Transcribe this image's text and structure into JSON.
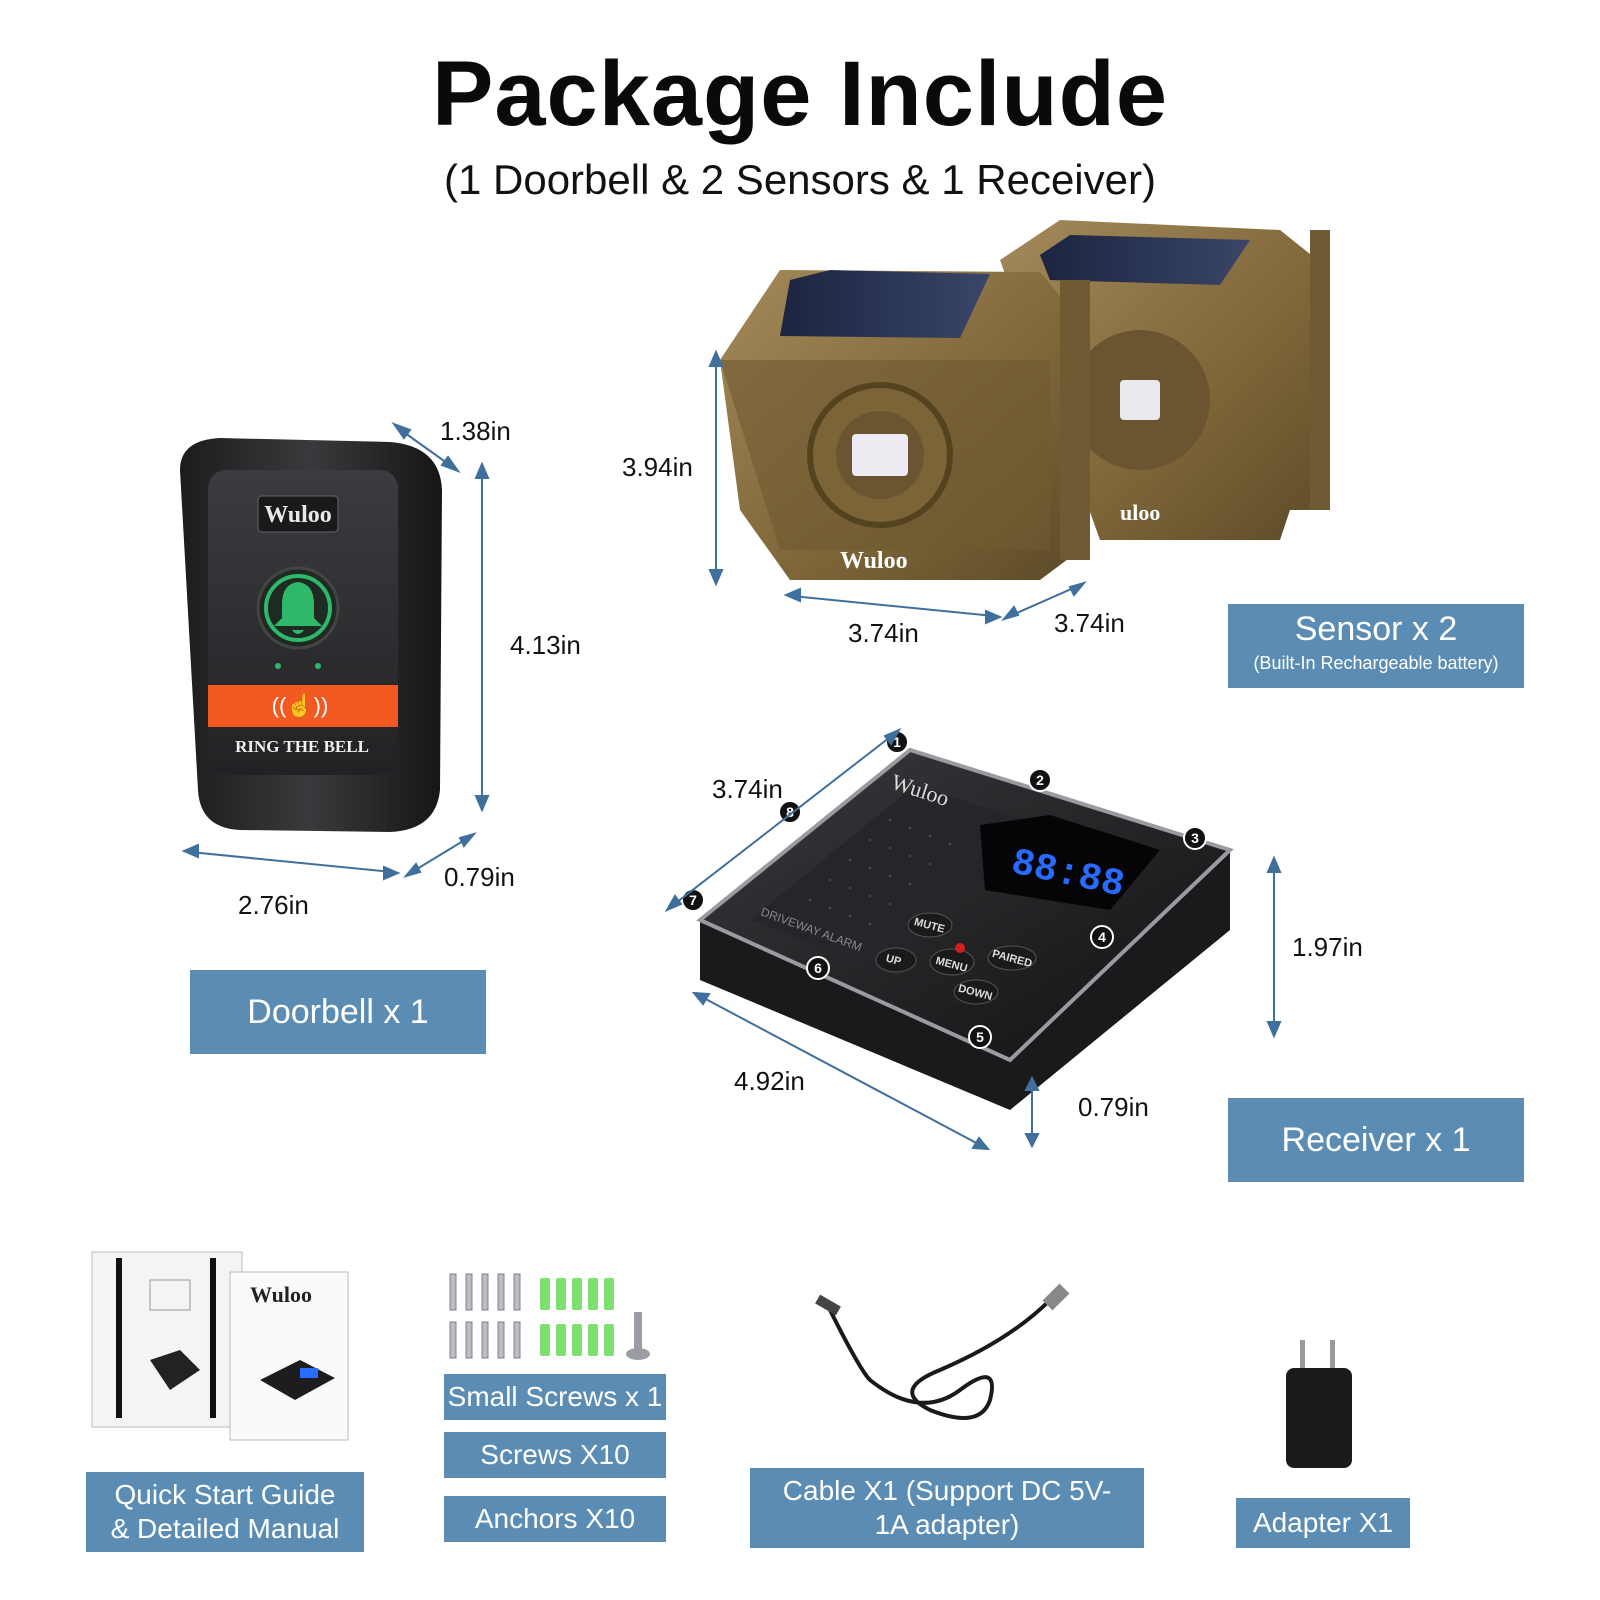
{
  "header": {
    "title": "Package Include",
    "subtitle": "(1 Doorbell & 2 Sensors  & 1 Receiver)"
  },
  "brand": "Wuloo",
  "doorbell": {
    "brand": "Wuloo",
    "ring_text": "RING THE BELL",
    "dim_depth": "1.38in",
    "dim_height": "4.13in",
    "dim_width": "2.76in",
    "dim_thickness": "0.79in",
    "label": "Doorbell x 1"
  },
  "sensor": {
    "brand_front": "Wuloo",
    "brand_back": "uloo",
    "dim_height": "3.94in",
    "dim_width": "3.74in",
    "dim_depth": "3.74in",
    "label": "Sensor x 2",
    "label_note": "(Built-In Rechargeable battery)"
  },
  "receiver": {
    "brand": "Wuloo",
    "display": "88:88",
    "tag": "DRIVEWAY ALARM",
    "buttons": [
      "MUTE",
      "UP",
      "MENU",
      "PAIRED",
      "DOWN"
    ],
    "markers": [
      "1",
      "2",
      "3",
      "4",
      "5",
      "6",
      "7",
      "8"
    ],
    "dim_depth": "3.74in",
    "dim_height": "1.97in",
    "dim_width": "4.92in",
    "dim_base": "0.79in",
    "label": "Receiver x 1"
  },
  "accessories": {
    "manual_label_1": "Quick Start Guide",
    "manual_label_2": "& Detailed Manual",
    "manual_brand": "Wuloo",
    "small_screws": "Small Screws x 1",
    "screws": "Screws X10",
    "anchors": "Anchors X10",
    "cable_1": "Cable X1 (Support DC 5V-",
    "cable_2": "1A adapter)",
    "adapter": "Adapter X1"
  },
  "colors": {
    "label_bg": "#5b8db4",
    "arrow": "#3f6f9c",
    "sensor_body": "#8a7145",
    "doorbell_body": "#2b2b2d",
    "doorbell_stripe": "#f25a22",
    "bell_glow": "#2fb86a",
    "receiver_display": "#2a6bff",
    "anchor_green": "#7ddf6f"
  }
}
